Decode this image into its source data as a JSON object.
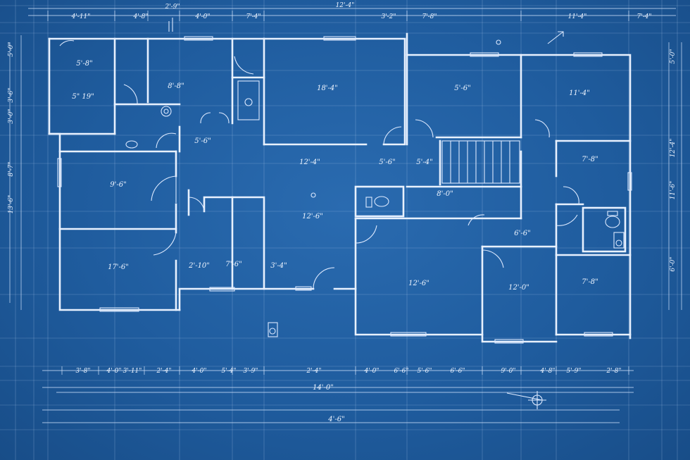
{
  "dims_top": [
    "4'-11\"",
    "4'-8\"",
    "2'-9\"",
    "4'-0\"",
    "7'-4\"",
    "12'-4\"",
    "3'-2\"",
    "7'-8\"",
    "11'-4\"",
    "7'-4\""
  ],
  "dims_left": [
    "5'-0\"",
    "3'-6\"",
    "3'-0\"",
    "8'-7\"",
    "13'-6\""
  ],
  "dims_right": [
    "5'-0\"",
    "12'-4\"",
    "11'-6\"",
    "6'-0\""
  ],
  "dims_bottom": [
    "3'-8\"",
    "4'-0\"",
    "3'-11\"",
    "2'-4\"",
    "4'-0\"",
    "5'-4\"",
    "3'-9\"",
    "2'-4\"",
    "4'-0\"",
    "6'-6\"",
    "5'-6\"",
    "6'-6\"",
    "9'-0\"",
    "4'-8\"",
    "5'-9\"",
    "2'-8\""
  ],
  "dims_overall": [
    "14'-0\"",
    "4'-6\""
  ],
  "rooms": [
    {
      "id": "r1",
      "label": "5'-8\""
    },
    {
      "id": "r2",
      "label": "5\" 19\""
    },
    {
      "id": "r3",
      "label": "8'-8\""
    },
    {
      "id": "r4",
      "label": "9'-6\""
    },
    {
      "id": "r5",
      "label": "17'-6\""
    },
    {
      "id": "r6",
      "label": "18'-4\""
    },
    {
      "id": "r7",
      "label": "5'-6\""
    },
    {
      "id": "r8",
      "label": "11'-4\""
    },
    {
      "id": "r9",
      "label": "12'-4\""
    },
    {
      "id": "r10",
      "label": "5'-4\""
    },
    {
      "id": "r11",
      "label": "8'-0\""
    },
    {
      "id": "r12",
      "label": "12'-6\""
    },
    {
      "id": "r13",
      "label": "12'-6\""
    },
    {
      "id": "r14",
      "label": "12'-0\""
    },
    {
      "id": "r15",
      "label": "7'-8\""
    },
    {
      "id": "r16",
      "label": "7'-8\""
    },
    {
      "id": "r17",
      "label": "2'-10\""
    },
    {
      "id": "r18",
      "label": "7'-6\""
    },
    {
      "id": "r19",
      "label": "3'-4\""
    },
    {
      "id": "r20",
      "label": "5'-6\""
    },
    {
      "id": "r21",
      "label": "6'-6\""
    },
    {
      "id": "r22",
      "label": "5'-6\""
    }
  ]
}
